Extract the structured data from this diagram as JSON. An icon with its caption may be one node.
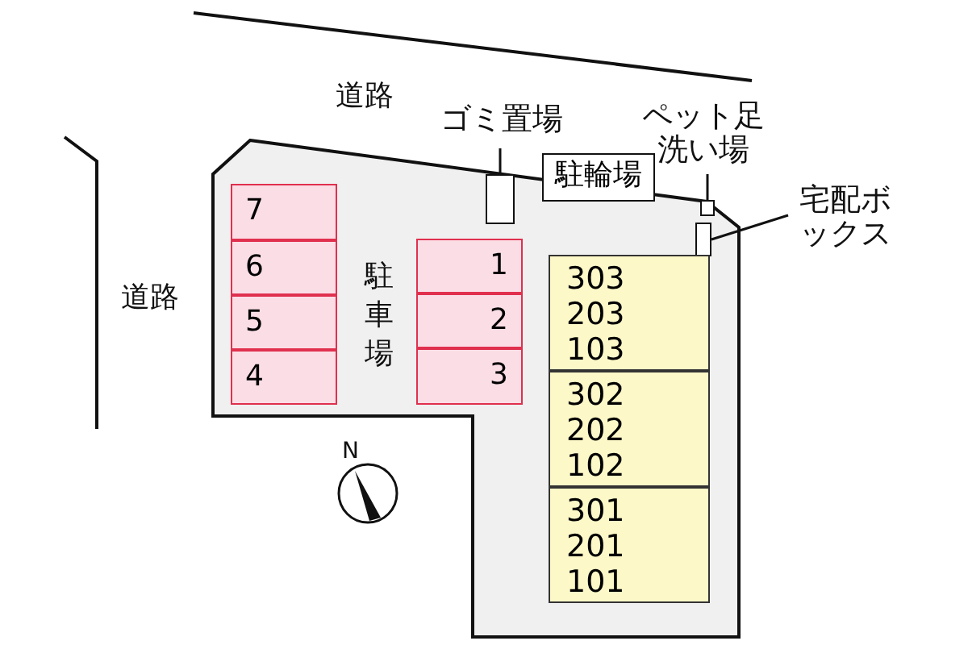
{
  "diagram": {
    "nodes": [
      {
        "text": [],
        "shape": "box"
      },
      {
        "text": [
          "ゴミ置場"
        ]
      },
      {
        "text": [],
        "shape": "box",
        "in": 0
      },
      {
        "text": [
          "ペット足洗い場"
        ]
      },
      {
        "text": [],
        "shape": "box",
        "in": 0
      },
      {
        "text": [
          "宅配ボックス"
        ]
      },
      {
        "text": [],
        "shape": "box",
        "in": 0
      },
      {
        "text": [
          "駐輪場"
        ],
        "in": 0
      },
      {
        "text": [
          "7"
        ],
        "in": 0
      },
      {
        "text": [
          "6"
        ],
        "in": 0
      },
      {
        "text": [
          "5"
        ],
        "in": 0
      },
      {
        "text": [
          "4"
        ],
        "in": 0
      },
      {
        "text": [
          "1"
        ],
        "in": 0
      },
      {
        "text": [
          "2"
        ],
        "in": 0
      },
      {
        "text": [
          "3"
        ],
        "in": 0
      },
      {
        "text": [
          "303",
          "203",
          "103"
        ],
        "in": 0
      },
      {
        "text": [
          "302",
          "202",
          "102"
        ],
        "in": 0
      },
      {
        "text": [
          "301",
          "201",
          "101"
        ],
        "in": 0
      }
    ],
    "edges": [
      {
        "from": 1,
        "to": 2,
        "arrow": "none"
      },
      {
        "from": 3,
        "to": 4,
        "arrow": "none"
      },
      {
        "from": 5,
        "to": 6,
        "arrow": "none"
      }
    ],
    "labels": [
      "道路",
      "道路",
      "駐車場",
      "N"
    ]
  }
}
